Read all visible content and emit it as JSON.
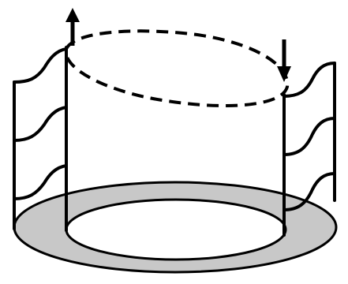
{
  "diagram": {
    "colors": {
      "stroke": "#000000",
      "ring_fill": "#c8c8c8",
      "background": "#ffffff"
    },
    "elements": [
      "base-ring",
      "left-post",
      "right-post",
      "top-dashed-ellipse",
      "up-arrow-icon",
      "down-arrow-icon",
      "left-wave-strip",
      "right-wave-strip"
    ]
  }
}
